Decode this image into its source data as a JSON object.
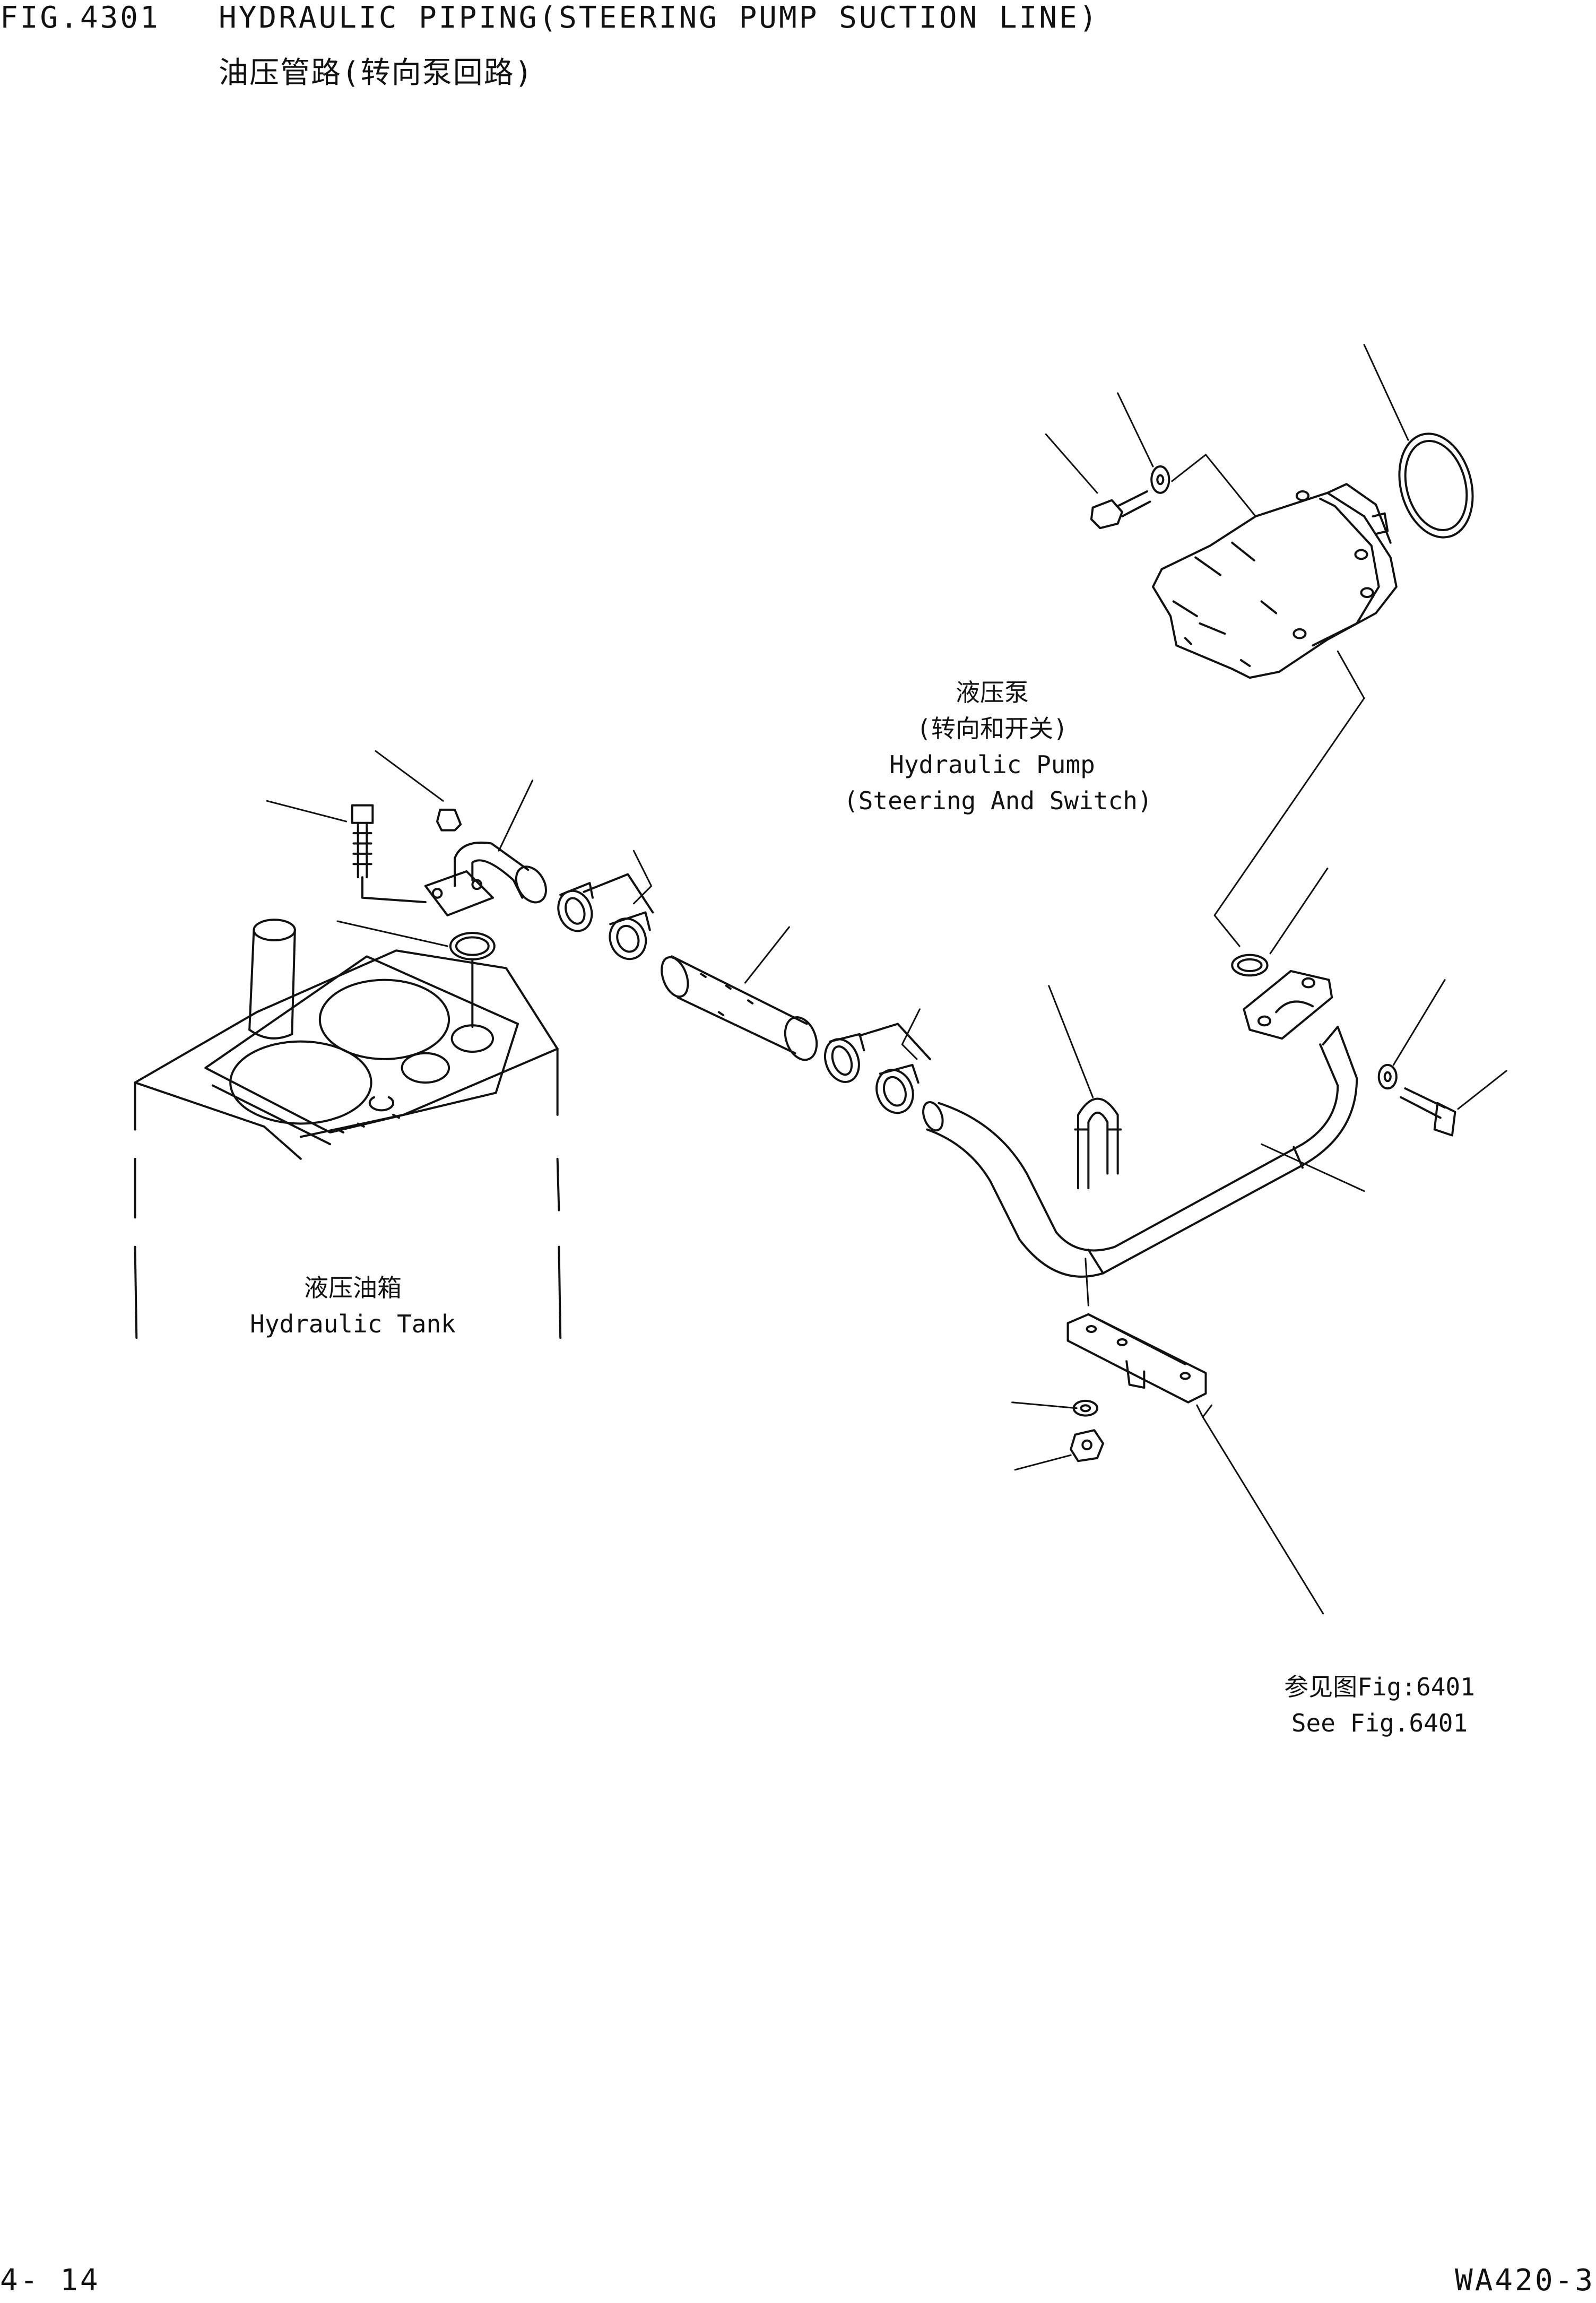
{
  "header": {
    "fig_no": "FIG.4301",
    "title_en": "HYDRAULIC PIPING(STEERING PUMP SUCTION LINE)",
    "title_cn": "油压管路(转向泵回路)"
  },
  "labels": {
    "pump": {
      "cn": "液压泵",
      "cn2": "(转向和开关)",
      "en": "Hydraulic Pump",
      "en2": "(Steering And Switch)"
    },
    "tank": {
      "cn": "液压油箱",
      "en": "Hydraulic Tank"
    },
    "ref": {
      "cn": "参见图Fig:6401",
      "en": "See Fig.6401"
    }
  },
  "footer": {
    "page": "4- 14",
    "model": "WA420-3"
  }
}
